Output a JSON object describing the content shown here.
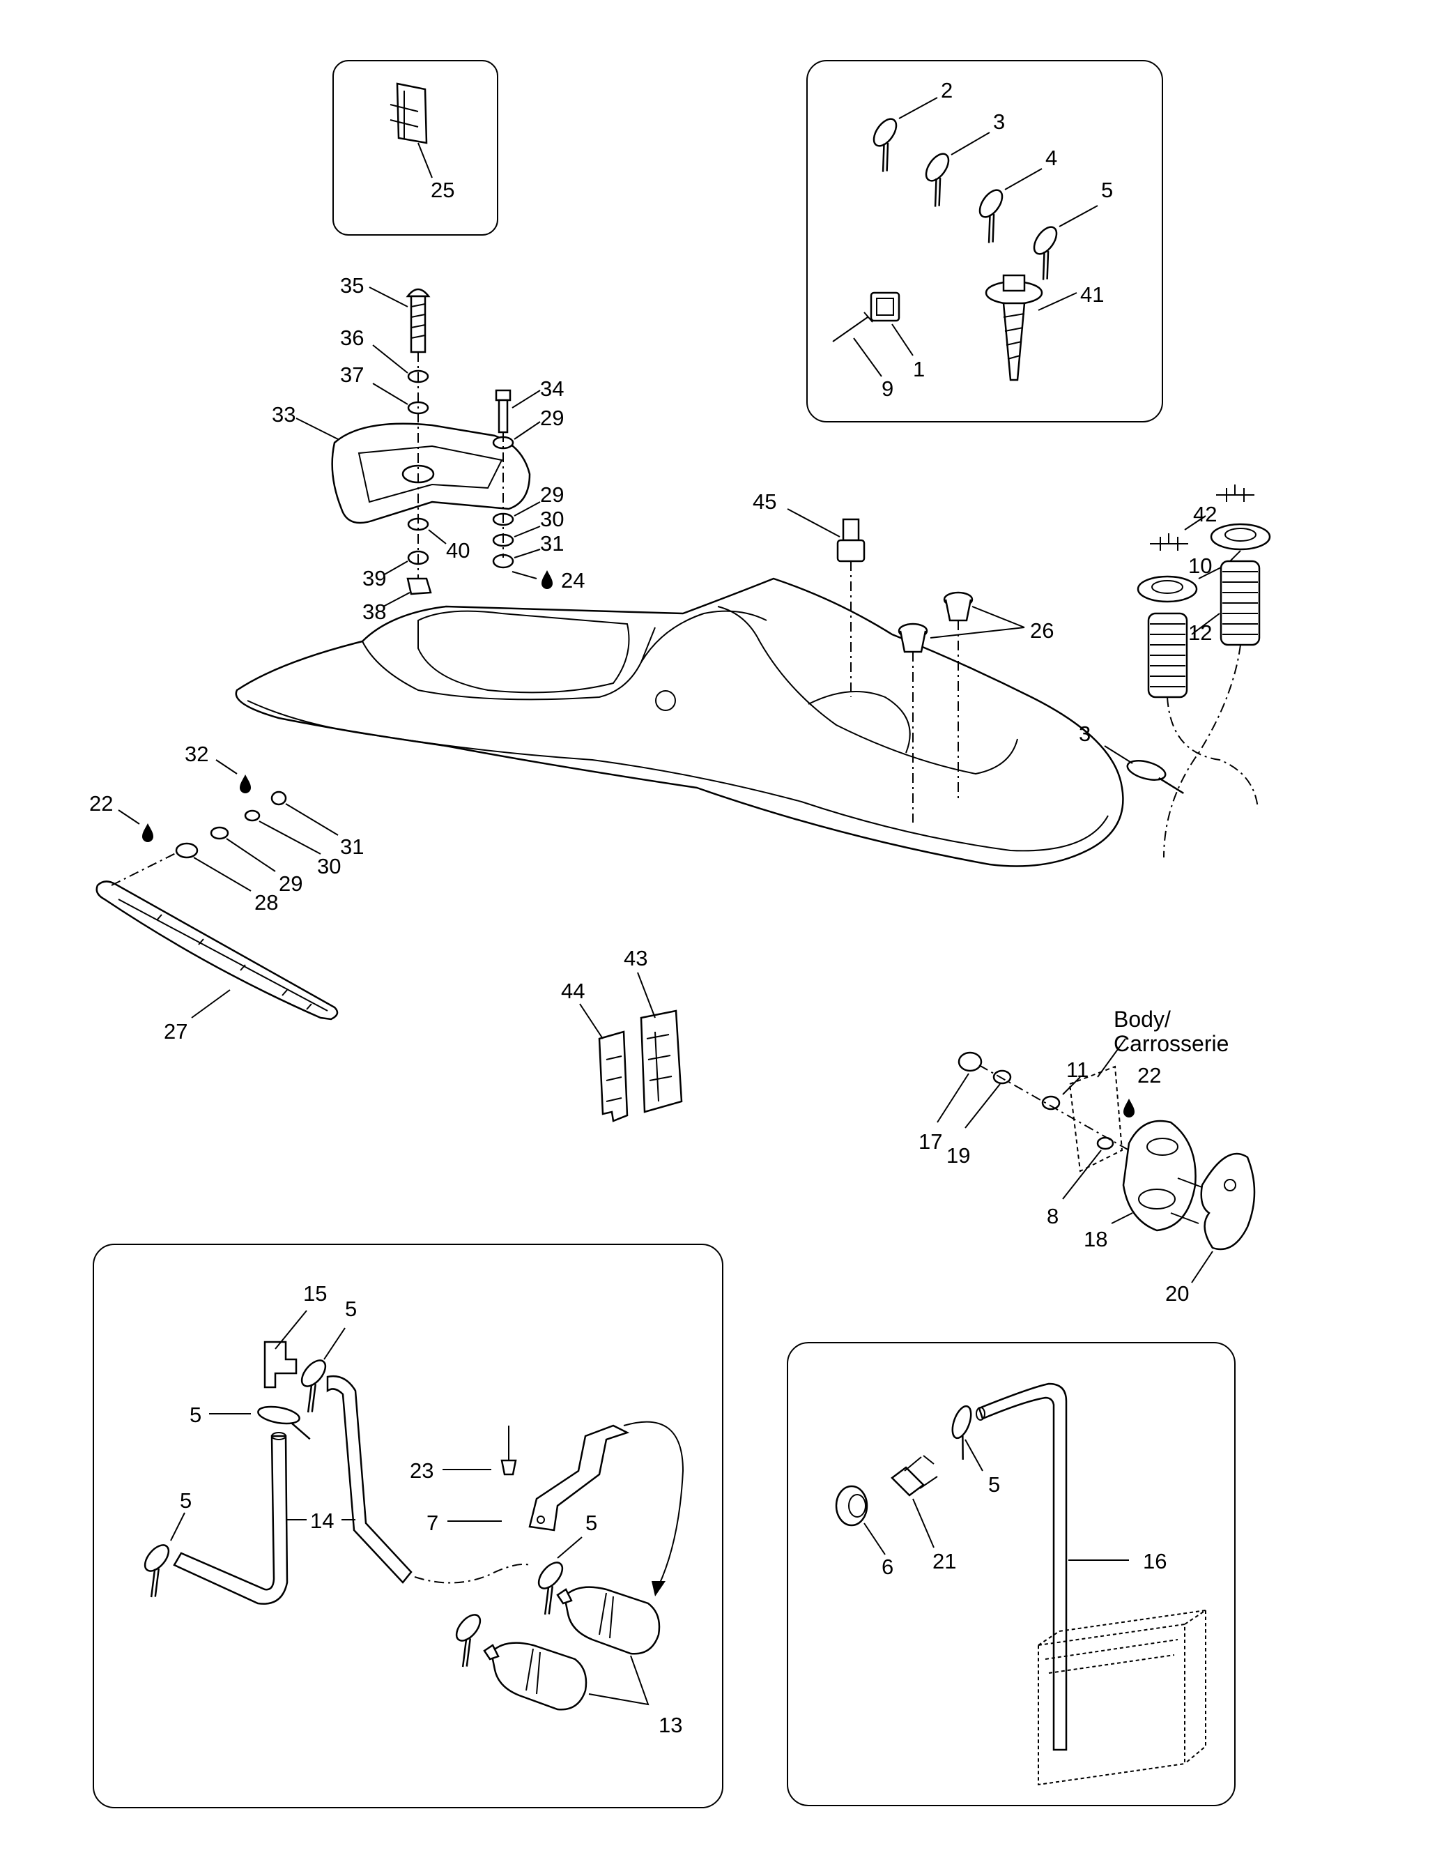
{
  "callouts": {
    "c1": "1",
    "c2": "2",
    "c3": "3",
    "c4": "4",
    "c5": "5",
    "c6": "6",
    "c7": "7",
    "c8": "8",
    "c9": "9",
    "c10": "10",
    "c11": "11",
    "c12": "12",
    "c13": "13",
    "c14": "14",
    "c15": "15",
    "c16": "16",
    "c17": "17",
    "c18": "18",
    "c19": "19",
    "c20": "20",
    "c21": "21",
    "c22": "22",
    "c23": "23",
    "c24": "24",
    "c25": "25",
    "c26": "26",
    "c27": "27",
    "c28": "28",
    "c29": "29",
    "c30": "30",
    "c31": "31",
    "c32": "32",
    "c33": "33",
    "c34": "34",
    "c35": "35",
    "c36": "36",
    "c37": "37",
    "c38": "38",
    "c39": "39",
    "c40": "40",
    "c41": "41",
    "c42": "42",
    "c43": "43",
    "c44": "44",
    "c45": "45"
  },
  "body_label": {
    "line1": "Body/",
    "line2": "Carrosserie"
  },
  "icons": {
    "loctite": "drop-icon"
  }
}
